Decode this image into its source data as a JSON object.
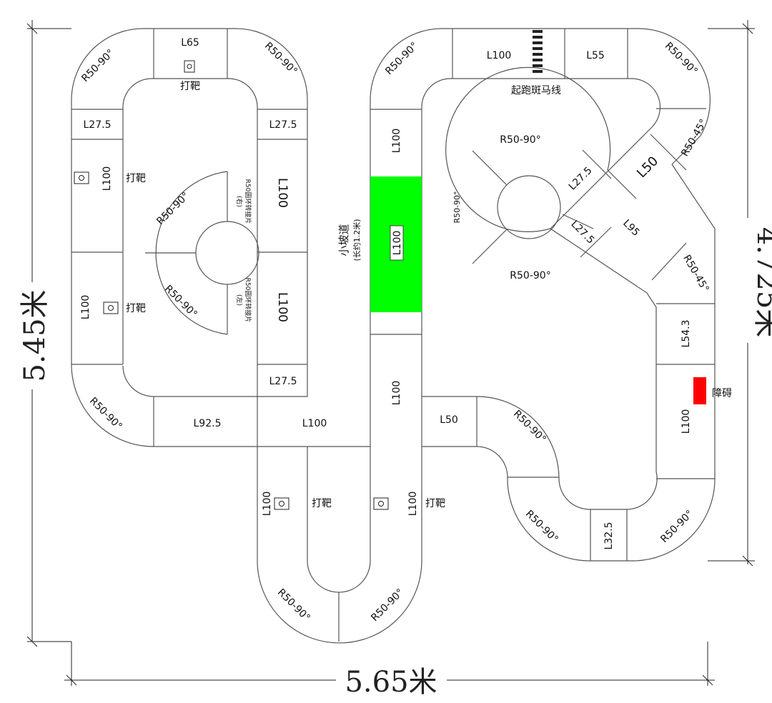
{
  "dimensions": {
    "height_left": "5.45米",
    "height_right": "4.725米",
    "width_bottom": "5.65米"
  },
  "colors": {
    "ramp": "#00ff00",
    "obstacle": "#ff0000",
    "line": "#555555"
  },
  "left_loop": {
    "top_left_curve": "R50-90°",
    "top_straight": "L65",
    "top_right_curve": "R50-90°",
    "target_label_top": "打靶",
    "left_short": "L27.5",
    "right_short_top": "L27.5",
    "left_straight_1": "L100",
    "target_label_1": "打靶",
    "left_straight_2": "L100",
    "target_label_2": "打靶",
    "right_straight_1": "L100",
    "right_straight_2": "L100",
    "right_short_bottom": "L27.5",
    "bottom_left_curve": "R50-90°",
    "bottom_straight": "L92.5",
    "center_straight": "L100",
    "inner_curve_upper": "R50-90°",
    "inner_curve_lower": "R50-90°",
    "ring_connector_right": "R50圆环转接片",
    "ring_connector_right_sub": "(右)",
    "ring_connector_left": "R50圆环转接片",
    "ring_connector_left_sub": "(左)"
  },
  "bottom_loop": {
    "left_straight": "L100",
    "target_label_left": "打靶",
    "right_straight": "L100",
    "target_label_right": "打靶",
    "curve_left": "R50-90°",
    "curve_right": "R50-90°"
  },
  "middle": {
    "upper_straight": "L100",
    "ramp_label": "L100",
    "ramp_title": "小坡道",
    "ramp_note": "(长约1.2米)",
    "lower_straight": "L100",
    "l50": "L50"
  },
  "right_section": {
    "top_left_curve": "R50-90°",
    "top_straight": "L100",
    "top_short": "L55",
    "start_label": "起跑斑马线",
    "top_right_curve": "R50-90°",
    "diag_45_top": "R50-45°",
    "diag_l50": "L50",
    "diag_l27_top": "L27.5",
    "diag_l27_bottom": "L27.5",
    "diag_l95": "L95",
    "diag_45_bottom": "R50-45°",
    "loop_top": "R50-90°",
    "loop_left": "R50-90°",
    "loop_bottom": "R50-90°",
    "right_l54": "L54.3",
    "right_l100": "L100",
    "obstacle_label": "障碍",
    "s_curve_upper": "R50-90°",
    "s_curve_lower": "R50-90°",
    "bottom_short": "L32.5",
    "bottom_right_curve": "R50-90°"
  }
}
